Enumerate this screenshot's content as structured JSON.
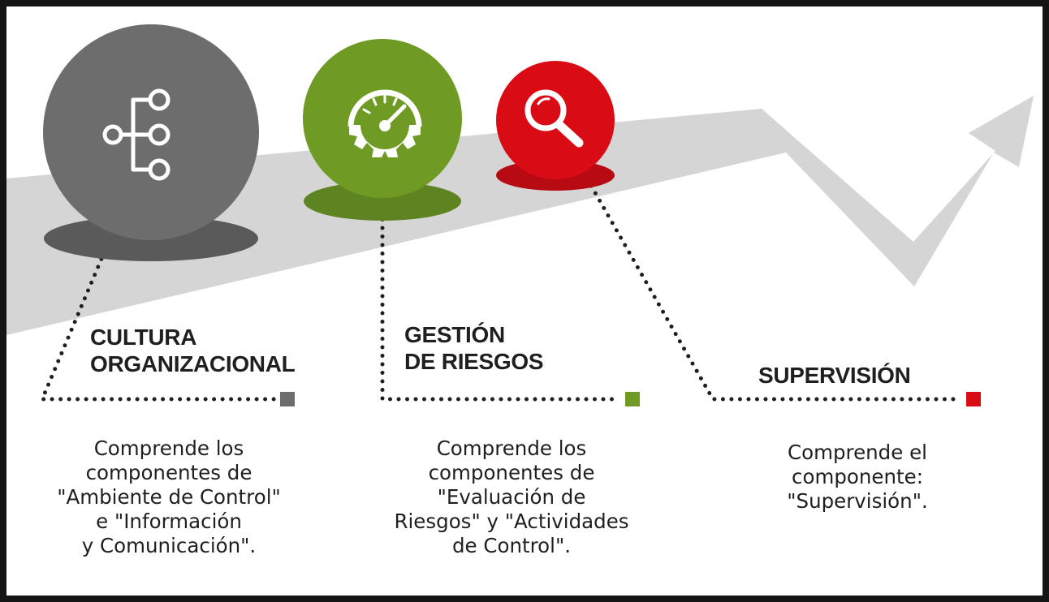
{
  "colors": {
    "gray": "#6d6d6d",
    "gray_shadow": "#5a5a5a",
    "green": "#6f9a24",
    "green_shadow": "#5d8420",
    "red": "#d90b15",
    "red_shadow": "#b70a12",
    "band": "#d5d5d5",
    "text": "#1f1f1f"
  },
  "stages": [
    {
      "title": "CULTURA\nORGANIZACIONAL",
      "icon": "network-tree-icon",
      "color_key": "gray",
      "description": "Comprende los\ncomponentes de\n\"Ambiente de Control\"\ne \"Información\ny Comunicación\"."
    },
    {
      "title": "GESTIÓN\nDE RIESGOS",
      "icon": "gauge-gear-icon",
      "color_key": "green",
      "description": "Comprende los\ncomponentes de\n\"Evaluación de\nRiesgos\" y \"Actividades\nde Control\"."
    },
    {
      "title": "SUPERVISIÓN",
      "icon": "magnifier-icon",
      "color_key": "red",
      "description": "Comprende el\ncomponente:\n\"Supervisión\"."
    }
  ]
}
